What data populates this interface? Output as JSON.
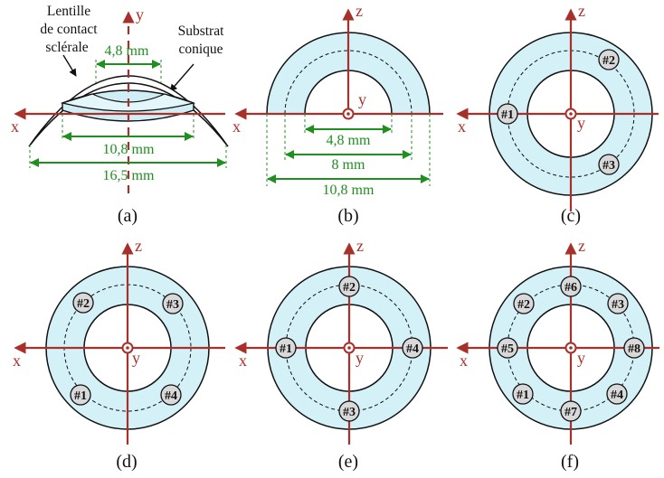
{
  "colors": {
    "axis": "#a8302a",
    "ring_fill": "#d5f1f8",
    "dimension": "#1f8f1f",
    "sensor_fill": "#d9d9d9",
    "outline": "#111111"
  },
  "labels": {
    "lens_line1": "Lentille",
    "lens_line2": "de contact",
    "lens_line3": "sclérale",
    "substrate_line1": "Substrat",
    "substrate_line2": "conique"
  },
  "axes": {
    "x": "x",
    "y": "y",
    "z": "z"
  },
  "dimensions": {
    "d48": "4,8 mm",
    "d8": "8 mm",
    "d108": "10,8 mm",
    "d165": "16,5 mm"
  },
  "captions": {
    "a": "(a)",
    "b": "(b)",
    "c": "(c)",
    "d": "(d)",
    "e": "(e)",
    "f": "(f)"
  },
  "sensors": {
    "n1": "#1",
    "n2": "#2",
    "n3": "#3",
    "n4": "#4",
    "n5": "#5",
    "n6": "#6",
    "n7": "#7",
    "n8": "#8"
  }
}
